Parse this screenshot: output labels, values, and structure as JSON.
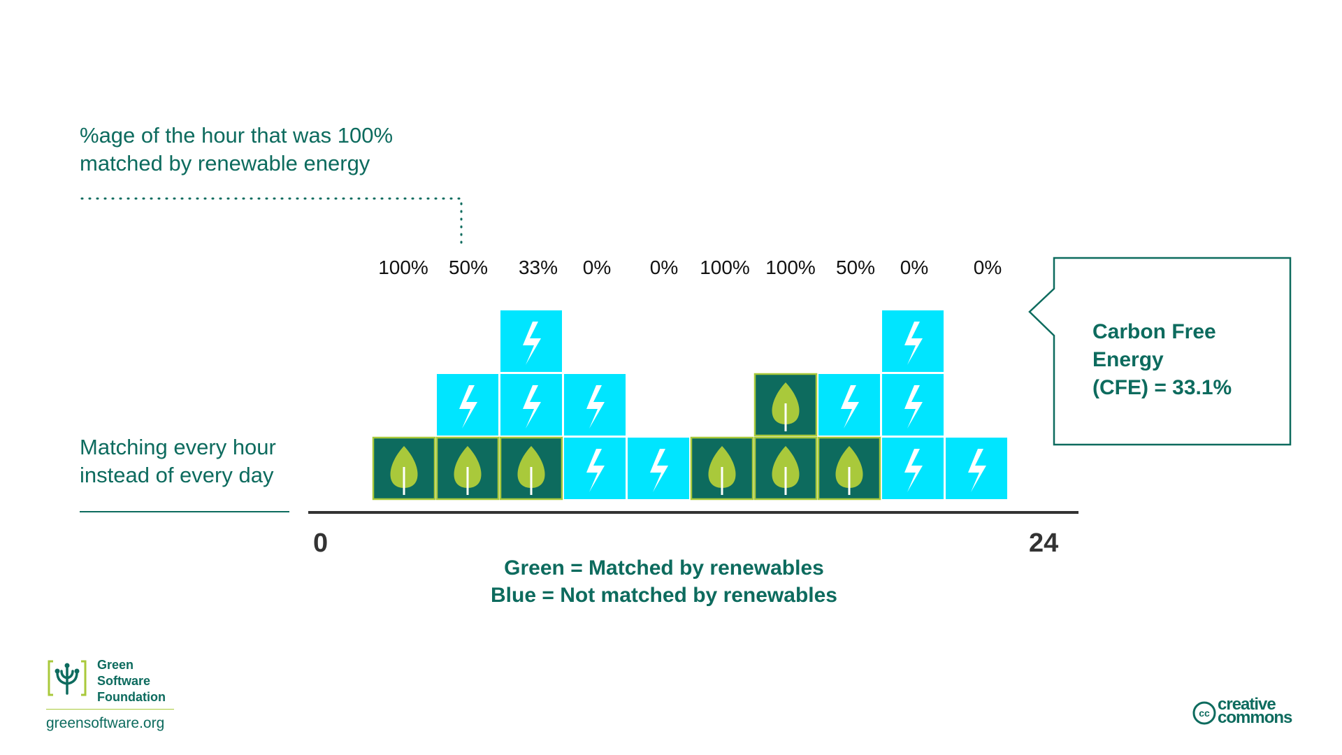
{
  "annotation": {
    "line1": "%age of the hour that was 100%",
    "line2": "matched by renewable energy"
  },
  "side_label": {
    "line1": "Matching every hour",
    "line2": "instead of every day"
  },
  "axis": {
    "start": "0",
    "end": "24"
  },
  "legend": {
    "green": "Green = Matched by renewables",
    "blue": "Blue = Not matched by renewables"
  },
  "callout": {
    "line1": "Carbon Free",
    "line2": "Energy",
    "line3": "(CFE) = 33.1%"
  },
  "footer": {
    "org_line1": "Green",
    "org_line2": "Software",
    "org_line3": "Foundation",
    "url": "greensoftware.org",
    "license_line1": "creative",
    "license_line2": "commons"
  },
  "colors": {
    "teal": "#0d6b5e",
    "matched": "#0d6b5e",
    "matched_border": "#a9c93b",
    "leaf": "#a9c93b",
    "unmatched": "#00e5ff"
  },
  "chart_data": {
    "type": "block-stack",
    "columns": [
      {
        "label": "100%",
        "blocks": [
          "green"
        ]
      },
      {
        "label": "50%",
        "blocks": [
          "green",
          "blue"
        ]
      },
      {
        "label": "33%",
        "blocks": [
          "green",
          "blue",
          "blue"
        ]
      },
      {
        "label": "0%",
        "blocks": [
          "blue",
          "blue"
        ]
      },
      {
        "label": "0%",
        "blocks": [
          "blue"
        ]
      },
      {
        "label": "100%",
        "blocks": [
          "green"
        ]
      },
      {
        "label": "100%",
        "blocks": [
          "green",
          "green"
        ]
      },
      {
        "label": "50%",
        "blocks": [
          "green",
          "blue"
        ]
      },
      {
        "label": "0%",
        "blocks": [
          "blue",
          "blue",
          "blue"
        ]
      },
      {
        "label": "0%",
        "blocks": [
          "blue"
        ]
      }
    ],
    "icons": {
      "green": "leaf-icon",
      "blue": "lightning-bolt-icon"
    }
  }
}
